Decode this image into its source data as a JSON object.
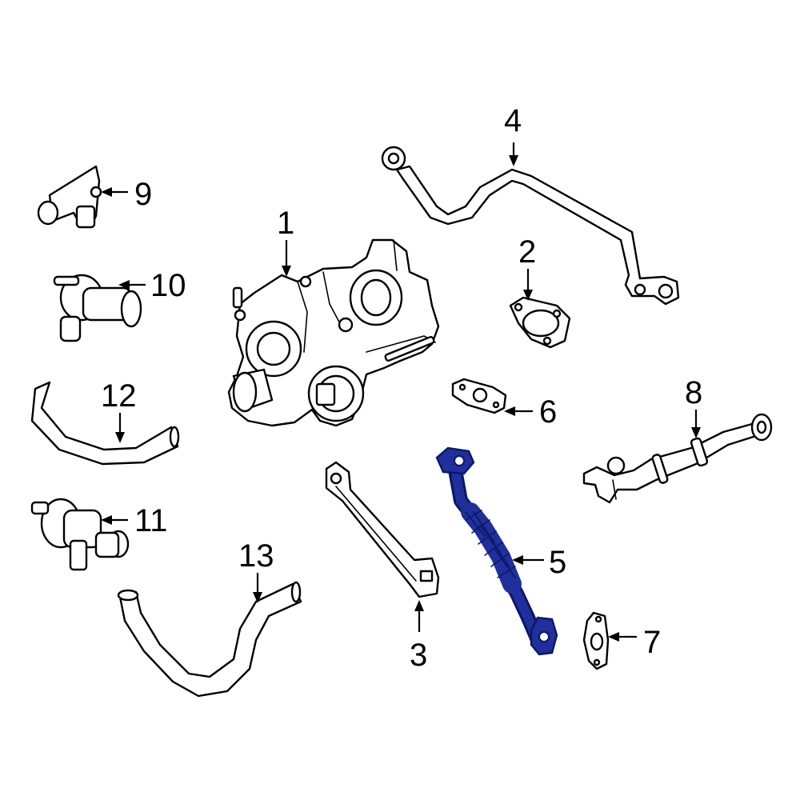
{
  "colors": {
    "line": "#000000",
    "highlight": "#1f2f9c",
    "highlight_dark": "#0d1766",
    "background": "#ffffff"
  },
  "callouts": [
    {
      "id": "1",
      "label": "1"
    },
    {
      "id": "2",
      "label": "2"
    },
    {
      "id": "3",
      "label": "3"
    },
    {
      "id": "4",
      "label": "4"
    },
    {
      "id": "5",
      "label": "5",
      "highlighted": true
    },
    {
      "id": "6",
      "label": "6"
    },
    {
      "id": "7",
      "label": "7"
    },
    {
      "id": "8",
      "label": "8"
    },
    {
      "id": "9",
      "label": "9"
    },
    {
      "id": "10",
      "label": "10"
    },
    {
      "id": "11",
      "label": "11"
    },
    {
      "id": "12",
      "label": "12"
    },
    {
      "id": "13",
      "label": "13"
    }
  ]
}
